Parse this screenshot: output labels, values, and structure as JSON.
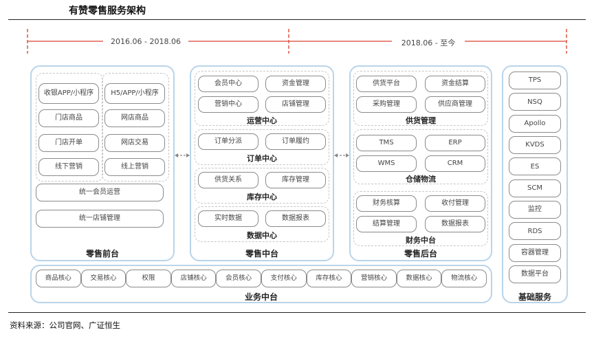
{
  "title": "有赞零售服务架构",
  "source": "资料来源：公司官网、广证恒生",
  "timeline": {
    "period1": "2016.06 - 2018.06",
    "period2": "2018.06 - 至今"
  },
  "retail_front": {
    "label": "零售前台",
    "col1": [
      "收银APP/小程序",
      "门店商品",
      "门店开单",
      "线下营销"
    ],
    "col2": [
      "H5/APP/小程序",
      "网店商品",
      "网店交易",
      "线上营销"
    ],
    "wide": [
      "统一会员运营",
      "统一店铺管理"
    ]
  },
  "retail_middle": {
    "label": "零售中台",
    "groups": [
      {
        "label": "运营中心",
        "items": [
          "会员中心",
          "资金管理",
          "营销中心",
          "店铺管理"
        ]
      },
      {
        "label": "订单中心",
        "items": [
          "订单分派",
          "订单履约"
        ]
      },
      {
        "label": "库存中心",
        "items": [
          "供货关系",
          "库存管理"
        ]
      },
      {
        "label": "数据中心",
        "items": [
          "实时数据",
          "数据报表"
        ]
      }
    ]
  },
  "retail_back": {
    "label": "零售后台",
    "groups": [
      {
        "label": "供货管理",
        "items": [
          "供货平台",
          "资金结算",
          "采购管理",
          "供应商管理"
        ]
      },
      {
        "label": "仓储物流",
        "items": [
          "TMS",
          "ERP",
          "WMS",
          "CRM"
        ]
      },
      {
        "label": "财务中台",
        "items": [
          "财务核算",
          "收付管理",
          "结算管理",
          "数据报表"
        ]
      }
    ]
  },
  "business_middle": {
    "label": "业务中台",
    "items": [
      "商品核心",
      "交易核心",
      "权限",
      "店铺核心",
      "会员核心",
      "支付核心",
      "库存核心",
      "营销核心",
      "数据核心",
      "物流核心"
    ]
  },
  "base_services": {
    "label": "基础服务",
    "items": [
      "TPS",
      "NSQ",
      "Apollo",
      "KVDS",
      "ES",
      "SCM",
      "监控",
      "RDS",
      "容器管理",
      "数据平台"
    ]
  },
  "colors": {
    "timeline": "#e06050",
    "panel_border": "#b9d4ea",
    "pill_border": "#8a8a8a"
  }
}
